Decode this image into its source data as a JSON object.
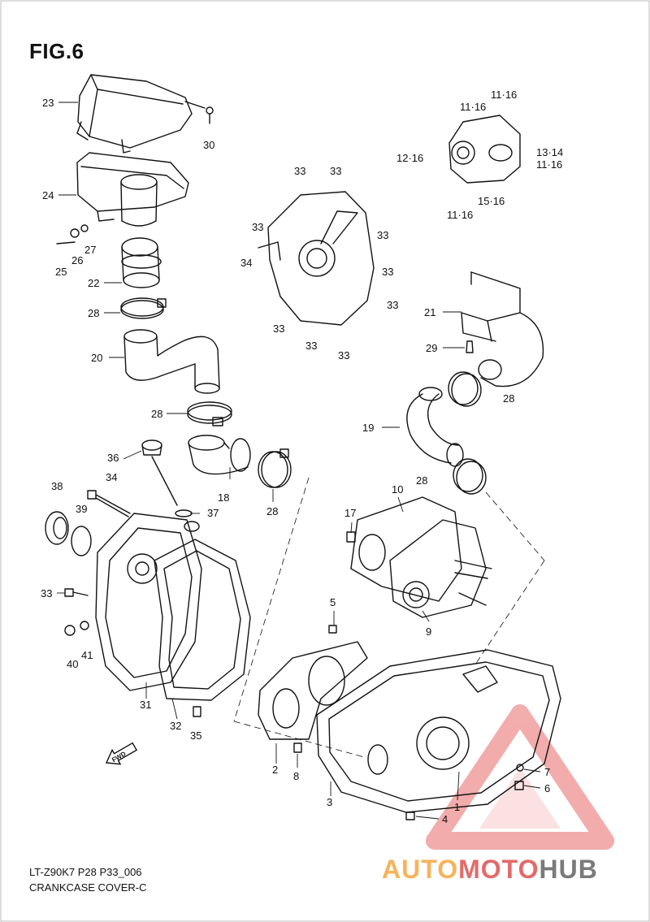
{
  "header": {
    "title": "FIG.6"
  },
  "footer": {
    "line1": "LT-Z90K7 P28 P33_006",
    "line2": "CRANKCASE COVER-C"
  },
  "watermark": {
    "part1": "AUTO",
    "part2": "MOTO",
    "part3": "HUB"
  },
  "fwd_label": "FWD",
  "callouts": [
    {
      "text": "23"
    },
    {
      "text": "30"
    },
    {
      "text": "24"
    },
    {
      "text": "25"
    },
    {
      "text": "26"
    },
    {
      "text": "27"
    },
    {
      "text": "22"
    },
    {
      "text": "28"
    },
    {
      "text": "20"
    },
    {
      "text": "28"
    },
    {
      "text": "18"
    },
    {
      "text": "28"
    },
    {
      "text": "36"
    },
    {
      "text": "34"
    },
    {
      "text": "38"
    },
    {
      "text": "39"
    },
    {
      "text": "37"
    },
    {
      "text": "33"
    },
    {
      "text": "40"
    },
    {
      "text": "41"
    },
    {
      "text": "31"
    },
    {
      "text": "32"
    },
    {
      "text": "35"
    },
    {
      "text": "33"
    },
    {
      "text": "33"
    },
    {
      "text": "33"
    },
    {
      "text": "33"
    },
    {
      "text": "34"
    },
    {
      "text": "33"
    },
    {
      "text": "33"
    },
    {
      "text": "33"
    },
    {
      "text": "33"
    },
    {
      "text": "33"
    },
    {
      "text": "11·16"
    },
    {
      "text": "11·16"
    },
    {
      "text": "12·16"
    },
    {
      "text": "13·14"
    },
    {
      "text": "11·16"
    },
    {
      "text": "15·16"
    },
    {
      "text": "11·16"
    },
    {
      "text": "21"
    },
    {
      "text": "29"
    },
    {
      "text": "28"
    },
    {
      "text": "19"
    },
    {
      "text": "28"
    },
    {
      "text": "10"
    },
    {
      "text": "17"
    },
    {
      "text": "9"
    },
    {
      "text": "5"
    },
    {
      "text": "2"
    },
    {
      "text": "8"
    },
    {
      "text": "3"
    },
    {
      "text": "1"
    },
    {
      "text": "7"
    },
    {
      "text": "6"
    },
    {
      "text": "4"
    }
  ]
}
